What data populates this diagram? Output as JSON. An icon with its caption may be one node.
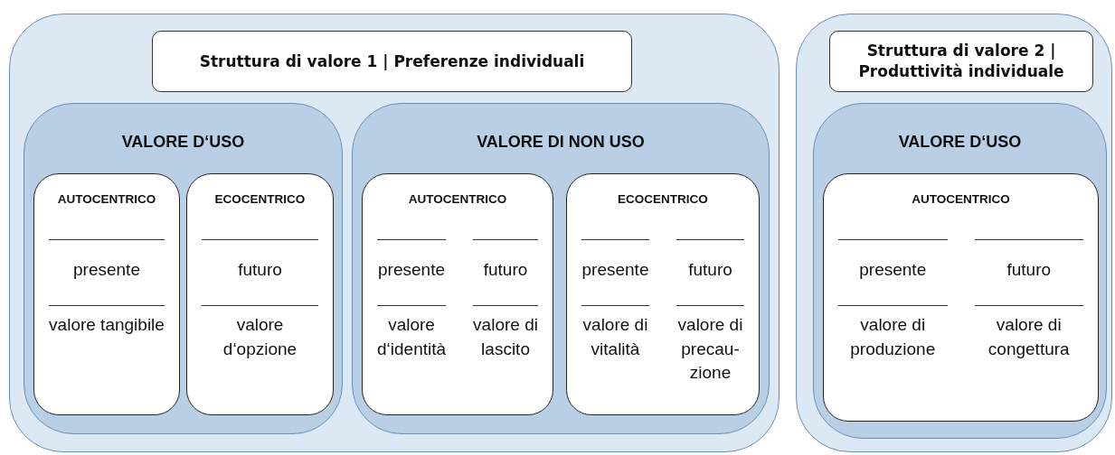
{
  "diagram": {
    "nodes": [
      {
        "text": [],
        "shape": "box"
      },
      {
        "text": [
          "Struttura di valore 1 | Preferenze individuali"
        ],
        "in": 0
      },
      {
        "text": [
          "VALORE D‘USO"
        ],
        "in": 0
      },
      {
        "text": [
          "AUTOCENTRICO",
          "presente",
          "valore tangibile"
        ],
        "in": 2
      },
      {
        "text": [
          "ECOCENTRICO",
          "futuro",
          "valore d‘opzione"
        ],
        "in": 2
      },
      {
        "text": [
          "VALORE DI NON USO"
        ],
        "in": 0
      },
      {
        "text": [
          "AUTOCENTRICO",
          "presente",
          "futuro",
          "valore d‘identità",
          "valore di lascito"
        ],
        "in": 5
      },
      {
        "text": [
          "ECOCENTRICO",
          "presente",
          "futuro",
          "valore di vitalità",
          "valore di precau-zione"
        ],
        "in": 5
      },
      {
        "text": [],
        "shape": "box"
      },
      {
        "text": [
          "Struttura di valore 2 | Produttività individuale"
        ],
        "in": 8
      },
      {
        "text": [
          "VALORE D‘USO"
        ],
        "in": 8
      },
      {
        "text": [
          "AUTOCENTRICO",
          "presente",
          "futuro",
          "valore di produzione",
          "valore di congettura"
        ],
        "in": 10
      }
    ],
    "edges": []
  }
}
